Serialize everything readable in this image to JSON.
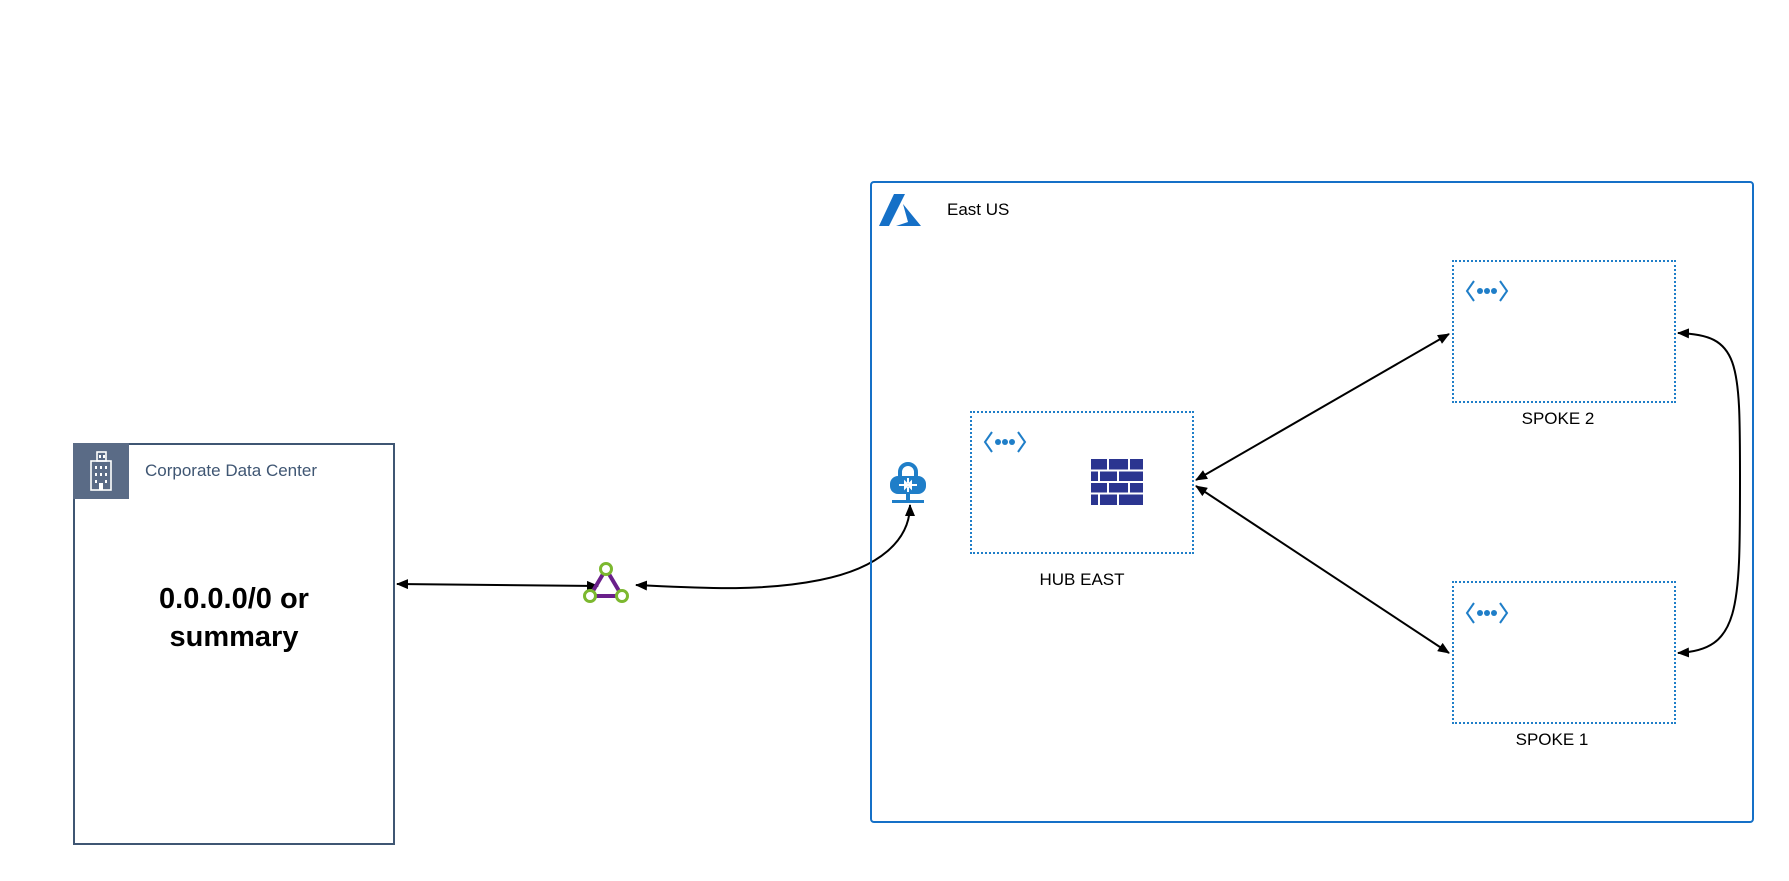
{
  "datacenter": {
    "title": "Corporate Data Center",
    "summary_line1": "0.0.0.0/0 or",
    "summary_line2": "summary",
    "icon": "building-icon"
  },
  "region": {
    "title": "East US",
    "icon": "azure-logo-icon"
  },
  "vnets": {
    "hub": {
      "label": "HUB EAST",
      "icon": "vnet-icon"
    },
    "spoke2": {
      "label": "SPOKE 2",
      "icon": "vnet-icon"
    },
    "spoke1": {
      "label": "SPOKE 1",
      "icon": "vnet-icon"
    }
  },
  "icons": {
    "firewall": "firewall-icon",
    "vpn_gateway": "vpn-gateway-icon",
    "connection": "vpn-connection-icon"
  },
  "colors": {
    "azure_blue": "#1570c7",
    "vnet_blue": "#1f7ec8",
    "datacenter_slate": "#3f5673",
    "firewall_navy": "#2b3590",
    "connection_purple": "#6a1f8a",
    "connection_green": "#7cb82f"
  },
  "connections": [
    {
      "from": "datacenter",
      "to": "vpn-connection",
      "direction": "bidirectional"
    },
    {
      "from": "vpn-connection",
      "to": "vpn-gateway",
      "direction": "bidirectional"
    },
    {
      "from": "hub",
      "to": "spoke2",
      "direction": "bidirectional"
    },
    {
      "from": "hub",
      "to": "spoke1",
      "direction": "bidirectional"
    },
    {
      "from": "spoke2",
      "to": "spoke1",
      "direction": "bidirectional"
    }
  ]
}
